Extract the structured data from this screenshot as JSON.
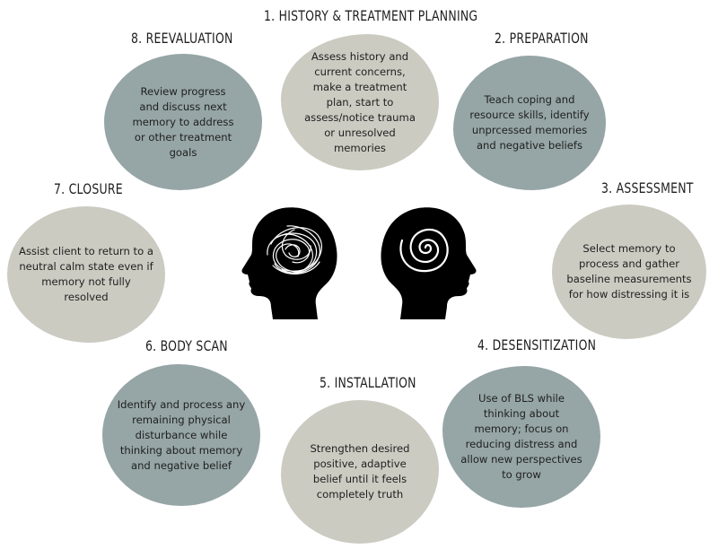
{
  "steps": [
    {
      "title": "1. HISTORY & TREATMENT PLANNING",
      "text": "Assess history and current concerns, make a treatment plan, start to assess/notice trauma or unresolved memories"
    },
    {
      "title": "2. PREPARATION",
      "text": "Teach coping and resource skills, identify unprcessed memories and negative beliefs"
    },
    {
      "title": "3. ASSESSMENT",
      "text": "Select memory to process and gather baseline measurements for how distressing it is"
    },
    {
      "title": "4. DESENSITIZATION",
      "text": "Use of BLS while thinking about memory; focus on reducing distress and allow new perspectives to grow"
    },
    {
      "title": "5. INSTALLATION",
      "text": "Strengthen desired positive, adaptive belief until it feels completely truth"
    },
    {
      "title": "6. BODY SCAN",
      "text": "Identify and process any remaining physical disturbance while thinking about memory and negative belief"
    },
    {
      "title": "7. CLOSURE",
      "text": "Assist client to return to a neutral calm state even if memory not fully resolved"
    },
    {
      "title": "8. REEVALUATION",
      "text": "Review progress and discuss next memory to address or other treatment goals"
    }
  ],
  "colors": {
    "dark_blob": "#96a5a6",
    "light_blob": "#cbcbc2",
    "head": "#000000"
  },
  "icons": [
    "head-scribble-icon",
    "head-spiral-icon"
  ]
}
